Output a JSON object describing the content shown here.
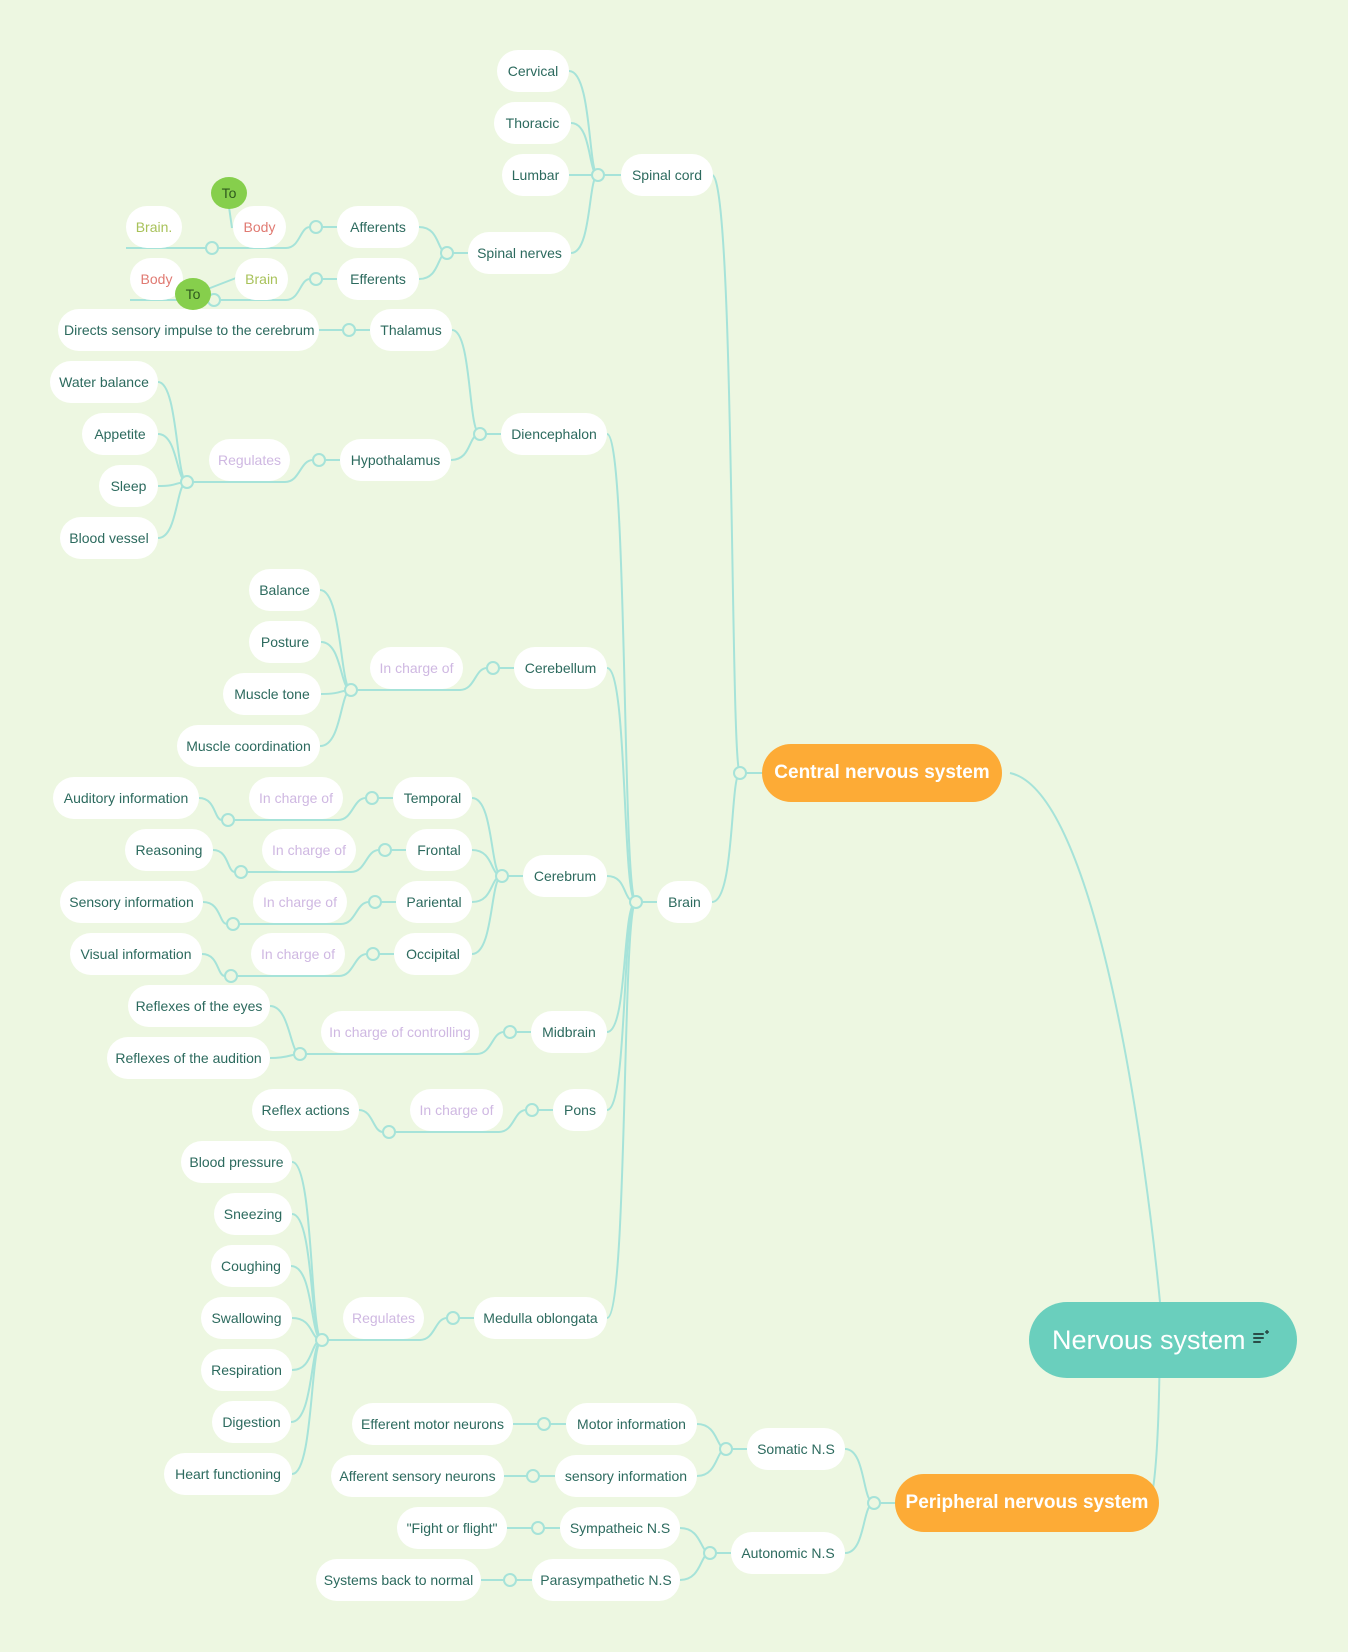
{
  "root": {
    "label": "Nervous system",
    "icon": "note-icon"
  },
  "cns": {
    "label": "Central nervous system",
    "spinal_cord": {
      "label": "Spinal cord",
      "regions": [
        "Cervical",
        "Thoracic",
        "Lumbar"
      ],
      "spinal_nerves": {
        "label": "Spinal nerves",
        "afferents": {
          "label": "Afferents",
          "from": "Brain.",
          "to": "Body",
          "relation": "To"
        },
        "efferents": {
          "label": "Efferents",
          "from": "Body",
          "to": "Brain",
          "relation": "To"
        }
      }
    },
    "brain": {
      "label": "Brain",
      "diencephalon": {
        "label": "Diencephalon",
        "thalamus": {
          "label": "Thalamus",
          "function": "Directs sensory impulse to the cerebrum"
        },
        "hypothalamus": {
          "label": "Hypothalamus",
          "relation": "Regulates",
          "items": [
            "Water balance",
            "Appetite",
            "Sleep",
            "Blood vessel"
          ]
        }
      },
      "cerebellum": {
        "label": "Cerebellum",
        "relation": "In charge of",
        "items": [
          "Balance",
          "Posture",
          "Muscle tone",
          "Muscle coordination"
        ]
      },
      "cerebrum": {
        "label": "Cerebrum",
        "lobes": [
          {
            "label": "Temporal",
            "relation": "In charge of",
            "item": "Auditory information"
          },
          {
            "label": "Frontal",
            "relation": "In charge of",
            "item": "Reasoning"
          },
          {
            "label": "Pariental",
            "relation": "In charge of",
            "item": "Sensory information"
          },
          {
            "label": "Occipital",
            "relation": "In charge of",
            "item": "Visual information"
          }
        ]
      },
      "midbrain": {
        "label": "Midbrain",
        "relation": "In charge of controlling",
        "items": [
          "Reflexes of the eyes",
          "Reflexes of the audition"
        ]
      },
      "pons": {
        "label": "Pons",
        "relation": "In charge of",
        "item": "Reflex actions"
      },
      "medulla": {
        "label": "Medulla oblongata",
        "relation": "Regulates",
        "items": [
          "Blood pressure",
          "Sneezing",
          "Coughing",
          "Swallowing",
          "Respiration",
          "Digestion",
          "Heart functioning"
        ]
      }
    }
  },
  "pns": {
    "label": "Peripheral nervous system",
    "somatic": {
      "label": "Somatic N.S",
      "motor": {
        "label": "Motor information",
        "item": "Efferent motor neurons"
      },
      "sensory": {
        "label": "sensory information",
        "item": "Afferent sensory neurons"
      }
    },
    "autonomic": {
      "label": "Autonomic N.S",
      "sympathetic": {
        "label": "Sympatheic N.S",
        "item": "\"Fight or flight\""
      },
      "parasympathetic": {
        "label": "Parasympathetic N.S",
        "item": "Systems back to normal"
      }
    }
  }
}
